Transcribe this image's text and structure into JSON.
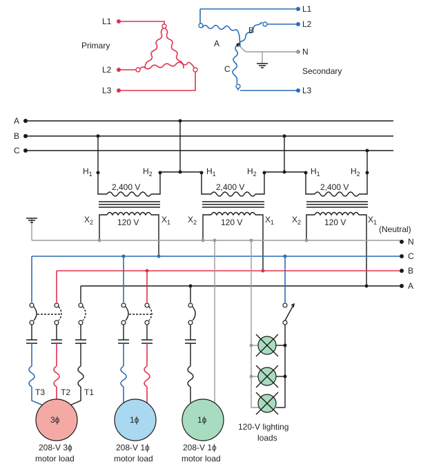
{
  "top": {
    "primary": {
      "label": "Primary",
      "lines": [
        "L1",
        "L2",
        "L3"
      ]
    },
    "secondary": {
      "label": "Secondary",
      "lines": [
        "L1",
        "L2",
        "N",
        "L3"
      ],
      "coils": [
        "A",
        "B",
        "C"
      ]
    }
  },
  "bus": {
    "primary_lines": [
      "A",
      "B",
      "C"
    ],
    "secondary_lines": [
      "N",
      "C",
      "B",
      "A"
    ],
    "neutral_label": "(Neutral)"
  },
  "transformers": [
    {
      "h1": "H",
      "h1_sub": "1",
      "h2": "H",
      "h2_sub": "2",
      "primary_v": "2,400 V",
      "secondary_v": "120 V",
      "x2": "X",
      "x2_sub": "2",
      "x1": "X",
      "x1_sub": "1"
    },
    {
      "h1": "H",
      "h1_sub": "1",
      "h2": "H",
      "h2_sub": "2",
      "primary_v": "2,400 V",
      "secondary_v": "120 V",
      "x2": "X",
      "x2_sub": "2",
      "x1": "X",
      "x1_sub": "1"
    },
    {
      "h1": "H",
      "h1_sub": "1",
      "h2": "H",
      "h2_sub": "2",
      "primary_v": "2,400 V",
      "secondary_v": "120 V",
      "x2": "X",
      "x2_sub": "2",
      "x1": "X",
      "x1_sub": "1"
    }
  ],
  "loads": {
    "motor_3ph": {
      "symbol": "3ϕ",
      "terminals": [
        "T3",
        "T2",
        "T1"
      ],
      "line1": "208-V 3ϕ",
      "line2": "motor load"
    },
    "motor_1ph_a": {
      "symbol": "1ϕ",
      "line1": "208-V 1ϕ",
      "line2": "motor load"
    },
    "motor_1ph_b": {
      "symbol": "1ϕ",
      "line1": "208-V 1ϕ",
      "line2": "motor load"
    },
    "lighting": {
      "line1": "120-V lighting",
      "line2": "loads"
    }
  },
  "colors": {
    "black": "#1a1a1a",
    "gray": "#9a9a9a",
    "blue": "#2a6db5",
    "red": "#e0304e",
    "motor_3ph_fill": "#f4a9a5",
    "motor_1ph_a_fill": "#a9d8f0",
    "motor_1ph_b_fill": "#a8dcc0",
    "lamp_fill": "#a8dcc0"
  }
}
